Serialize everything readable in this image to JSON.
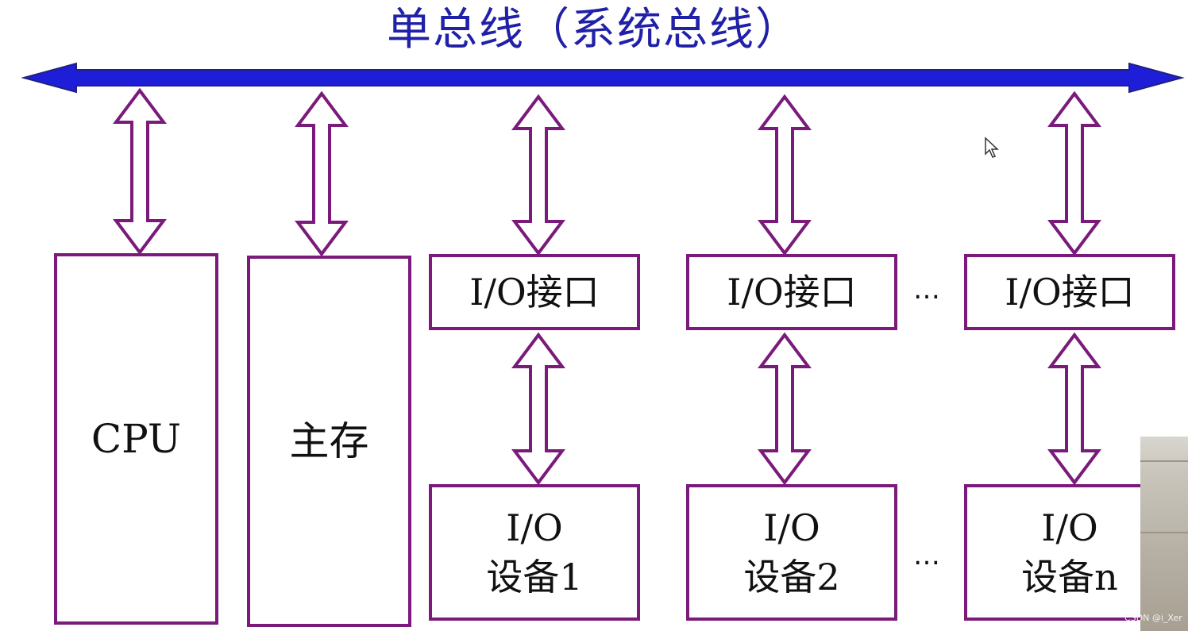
{
  "title": "单总线（系统总线）",
  "bus": {
    "color": "#1e1ed8",
    "outline": "#202080"
  },
  "connector_color": "#7a1a7a",
  "cpu": {
    "label": "CPU"
  },
  "memory": {
    "label": "主存"
  },
  "interfaces": [
    {
      "label": "I/O接口"
    },
    {
      "label": "I/O接口"
    },
    {
      "label": "I/O接口"
    }
  ],
  "devices": [
    {
      "line1": "I/O",
      "line2": "设备1"
    },
    {
      "line1": "I/O",
      "line2": "设备2"
    },
    {
      "line1": "I/O",
      "line2": "设备n"
    }
  ],
  "ellipsis": "…",
  "watermark": "CSDN @i_Xer"
}
